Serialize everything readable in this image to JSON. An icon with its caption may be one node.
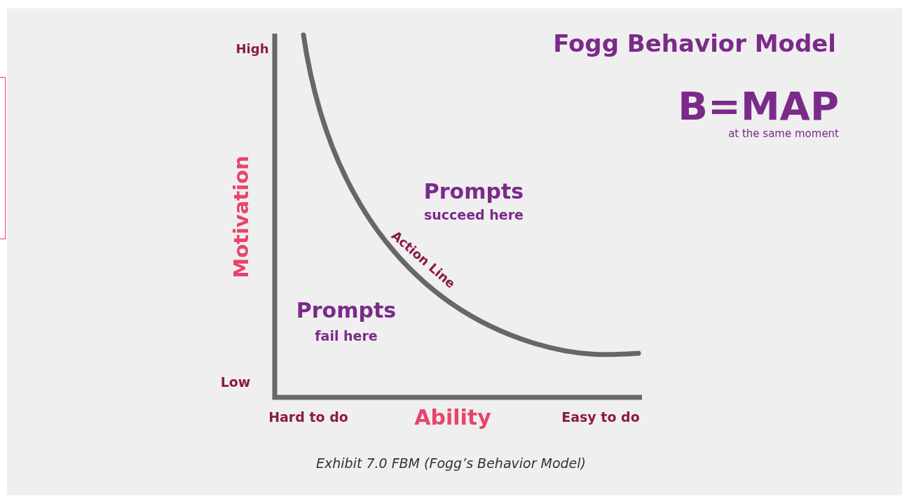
{
  "diagram": {
    "title": "Fogg Behavior Model",
    "caption": "Exhibit 7.0 FBM (Fogg’s Behavior Model)",
    "labels": [
      "B=MAP",
      "at the same moment",
      "High",
      "Motivation",
      "Prompts",
      "succeed here",
      "Action Line",
      "Prompts",
      "fail here",
      "Low",
      "Hard to do",
      "Ability",
      "Easy to do"
    ]
  }
}
